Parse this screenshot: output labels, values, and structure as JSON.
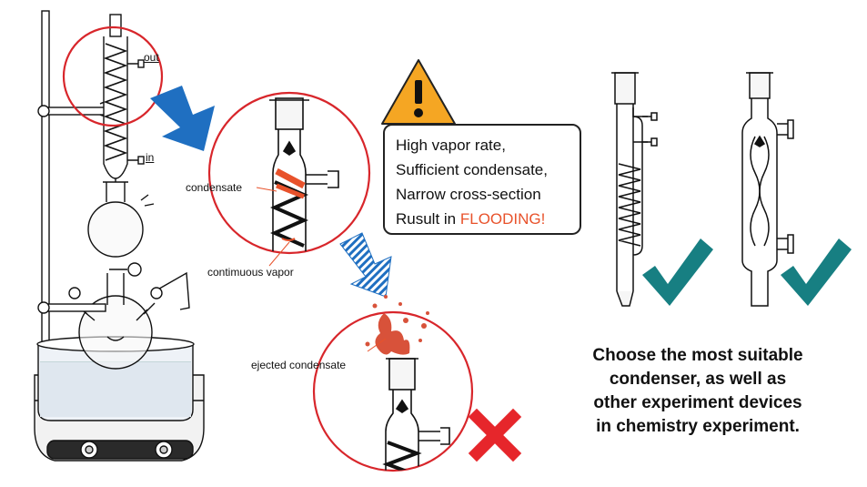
{
  "labels": {
    "out": "out",
    "in": "in",
    "condensate": "condensate",
    "continuous_vapor": "contimuous vapor",
    "ejected_condensate": "ejected condensate"
  },
  "callout": {
    "line1": "High vapor rate,",
    "line2": "Sufficient condensate,",
    "line3": "Narrow cross-section",
    "line4_prefix": "Rusult in ",
    "line4_highlight": "FLOODING!"
  },
  "caption": {
    "line1": "Choose the most suitable",
    "line2": "condenser, as well as",
    "line3": "other experiment devices",
    "line4": "in chemistry experiment."
  },
  "colors": {
    "circle_red": "#d8262b",
    "arrow_blue": "#1f6fc1",
    "check_teal": "#177f82",
    "cross_red": "#e6262b",
    "warning_orange": "#f5a623",
    "condensate_orange": "#e8522b"
  },
  "icons": [
    "warning-icon",
    "checkmark-icon",
    "cross-icon",
    "arrow-icon"
  ]
}
